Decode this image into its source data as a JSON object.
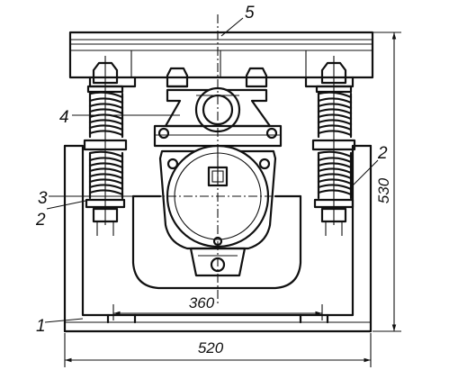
{
  "labels": {
    "part1": "1",
    "part2_left": "2",
    "part2_right": "2",
    "part3": "3",
    "part4": "4",
    "part5": "5"
  },
  "dimensions": {
    "inner_width": "360",
    "overall_width": "520",
    "overall_height": "530"
  },
  "colors": {
    "ink": "#111111",
    "paper": "#ffffff"
  }
}
